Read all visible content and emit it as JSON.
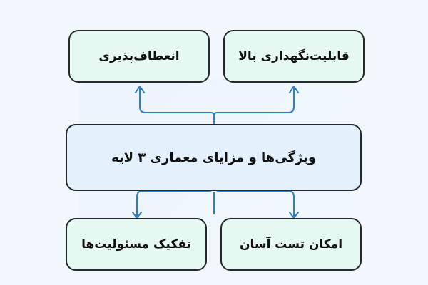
{
  "diagram": {
    "type": "hierarchy",
    "center": {
      "label": "ویژگی‌ها و مزایای معماری ۳ لایه"
    },
    "top": [
      {
        "label": "انعطاف‌پذیری"
      },
      {
        "label": "قابلیت‌نگهداری بالا"
      }
    ],
    "bottom": [
      {
        "label": "تفکیک مسئولیت‌ها"
      },
      {
        "label": "امکان تست آسان"
      }
    ],
    "colors": {
      "background": "#f1f7fd",
      "leaf_fill": "#e5f8f2",
      "center_fill": "#e4f0fc",
      "border": "#26292c",
      "arrow": "#2f7dc6"
    }
  }
}
